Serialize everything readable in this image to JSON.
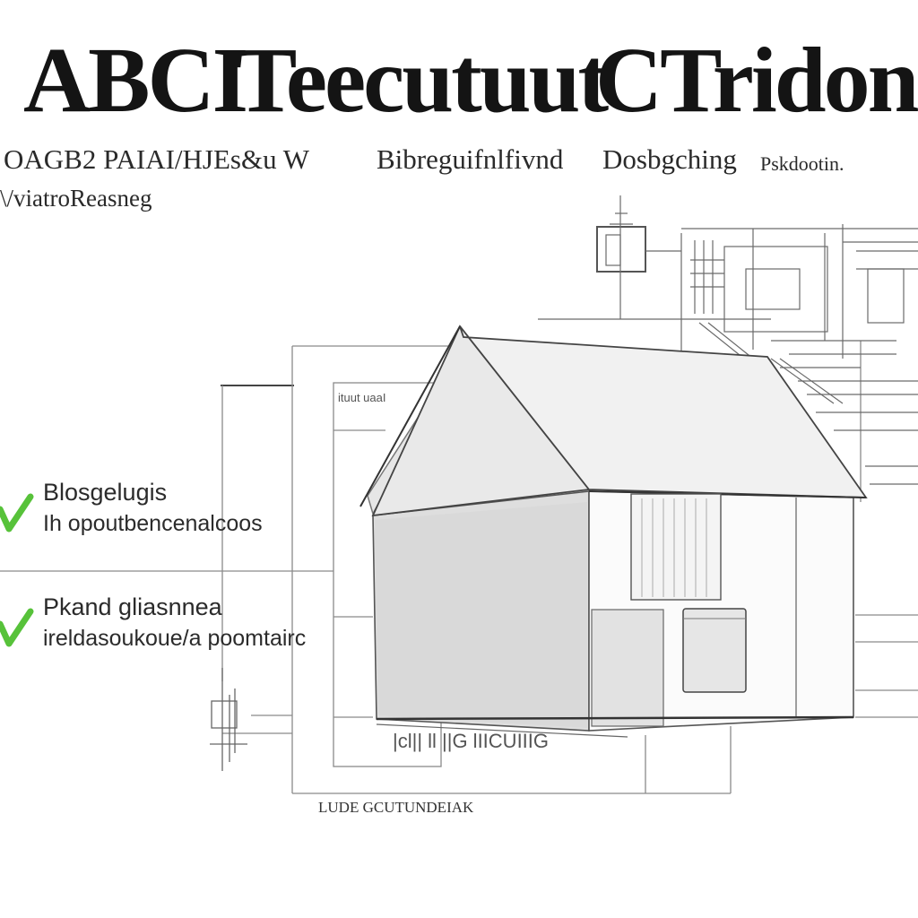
{
  "title": {
    "part1": "ABCI",
    "part2": "Teecutuut",
    "part3": "CTridoni"
  },
  "subtitle": {
    "part1": "OAGB2 PAIAI/HJEs&u W",
    "part2": "Bibreguifnlfivnd",
    "part3": "Dosbgching",
    "part4": "Pskdootin."
  },
  "subtitle_line2": "\\/viatroReasneg",
  "checklist": [
    {
      "line1": "Blosgelugis",
      "line2": "Ih opoutbencenalcoos",
      "icon": "checkmark-icon"
    },
    {
      "line1": "Pkand gliasnnea",
      "line2": "ireldasoukoue/a poomtairc",
      "icon": "checkmark-icon"
    }
  ],
  "drawing": {
    "small_label": "ituut uaaI",
    "bottom_label": "LUDE GCUTUNDEIAK",
    "base_label": "|cl|| ll ||G lIICUIIIG"
  },
  "colors": {
    "accent": "#57c23a",
    "house_left": "#dcdcdc",
    "house_roof": "#ebebeb",
    "line": "#888888"
  }
}
